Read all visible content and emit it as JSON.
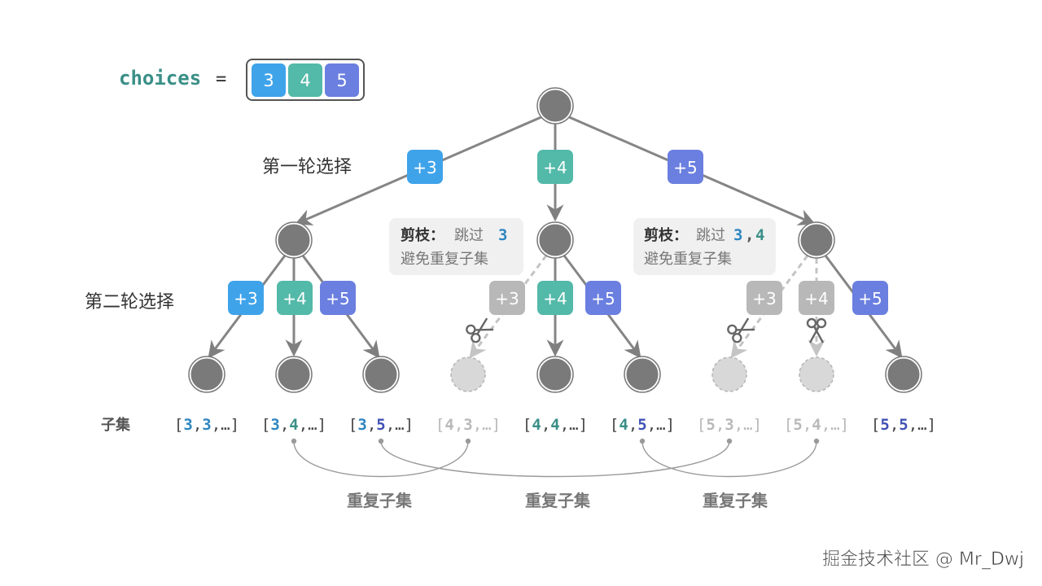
{
  "header": {
    "choices_label": "choices",
    "equals": "=",
    "choices": [
      "3",
      "4",
      "5"
    ]
  },
  "colors": {
    "c3": "#3fa3ea",
    "c4": "#53b9a9",
    "c5": "#6a7fdf",
    "node": "#7a7a7a",
    "pruned": "#bdbdbd",
    "teal_text": "#3a8f87",
    "blue_text": "#2e86c1",
    "dark_blue_text": "#3f51b5"
  },
  "rounds": {
    "first": "第一轮选择",
    "second": "第二轮选择"
  },
  "level1": [
    "+3",
    "+4",
    "+5"
  ],
  "level2": {
    "left": [
      "+3",
      "+4",
      "+5"
    ],
    "middle": [
      "+3",
      "+4",
      "+5"
    ],
    "right": [
      "+3",
      "+4",
      "+5"
    ]
  },
  "notes": {
    "note1": {
      "title": "剪枝：",
      "skip": "跳过",
      "values": [
        "3"
      ],
      "desc": "避免重复子集"
    },
    "note2": {
      "title": "剪枝：",
      "skip": "跳过",
      "values": [
        "3",
        "4"
      ],
      "desc": "避免重复子集"
    }
  },
  "subsets_label": "子集",
  "subsets": [
    {
      "a": "3",
      "b": "3",
      "pruned": false
    },
    {
      "a": "3",
      "b": "4",
      "pruned": false
    },
    {
      "a": "3",
      "b": "5",
      "pruned": false
    },
    {
      "a": "4",
      "b": "3",
      "pruned": true
    },
    {
      "a": "4",
      "b": "4",
      "pruned": false
    },
    {
      "a": "4",
      "b": "5",
      "pruned": false
    },
    {
      "a": "5",
      "b": "3",
      "pruned": true
    },
    {
      "a": "5",
      "b": "4",
      "pruned": true
    },
    {
      "a": "5",
      "b": "5",
      "pruned": false
    }
  ],
  "duplicate_label": "重复子集",
  "duplicate_labels": [
    "重复子集",
    "重复子集",
    "重复子集"
  ],
  "watermark": "掘金技术社区 @ Mr_Dwj"
}
